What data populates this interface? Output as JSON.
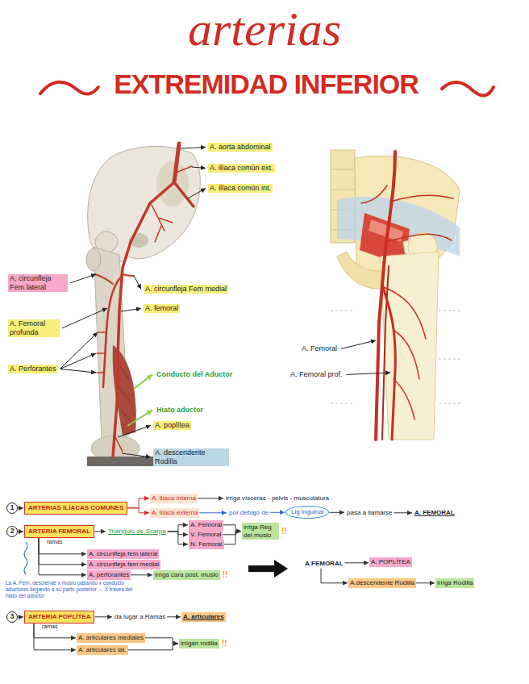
{
  "diagram": {
    "title": "arterias",
    "nodes": [
      {
        "text": [
          "1"
        ]
      },
      {
        "text": [
          "ARTERIAS ILÍACAS COMUNES"
        ]
      },
      {
        "text": [
          "A. ilíaca interna"
        ]
      },
      {
        "text": [
          "irriga vísceras - pelvis - musculatura"
        ]
      },
      {
        "text": [
          "A. ilíaca externa"
        ]
      },
      {
        "text": [
          "por debajo de"
        ]
      },
      {
        "text": [
          "Lig inguinal"
        ]
      },
      {
        "text": [
          "pasa a llamarse"
        ]
      },
      {
        "text": [
          "A. FEMORAL"
        ]
      },
      {
        "text": [
          "2"
        ]
      },
      {
        "text": [
          "ARTERIA FEMORAL"
        ]
      },
      {
        "text": [
          "Triángulo de Scarpa"
        ]
      },
      {
        "text": [
          "A. Femoral"
        ]
      },
      {
        "text": [
          "V. Femoral"
        ]
      },
      {
        "text": [
          "N. Femoral"
        ]
      },
      {
        "text": [
          "irriga Reg del muslo"
        ]
      },
      {
        "text": [
          "A. circunfleja fem lateral"
        ]
      },
      {
        "text": [
          "A. circunfleja fem medial"
        ]
      },
      {
        "text": [
          "A. perforantes"
        ]
      },
      {
        "text": [
          "irriga cara post. muslo"
        ]
      },
      {
        "text": [
          "A.FEMORAL"
        ]
      },
      {
        "text": [
          "A. POPLÍTEA"
        ]
      },
      {
        "text": [
          "A.descendente Rodilla"
        ]
      },
      {
        "text": [
          "irriga Rodilla"
        ]
      },
      {
        "text": [
          "3"
        ]
      },
      {
        "text": [
          "ARTERIA POPLÍTEA"
        ]
      },
      {
        "text": [
          "da lugar a Ramas"
        ]
      },
      {
        "text": [
          "A. articulares"
        ]
      },
      {
        "text": [
          "A. articulares mediales"
        ]
      },
      {
        "text": [
          "A. articulares lat."
        ]
      },
      {
        "text": [
          "irrigan rodilla"
        ]
      }
    ],
    "edges": [
      {
        "from": 0,
        "to": 1,
        "arrow": "to"
      },
      {
        "from": 1,
        "to": 2,
        "arrow": "to"
      },
      {
        "from": 1,
        "to": 4,
        "arrow": "to"
      },
      {
        "from": 2,
        "to": 3,
        "arrow": "to"
      },
      {
        "from": 4,
        "to": 5,
        "arrow": "to"
      },
      {
        "from": 5,
        "to": 6,
        "arrow": "to"
      },
      {
        "from": 6,
        "to": 7,
        "arrow": "to"
      },
      {
        "from": 7,
        "to": 8,
        "arrow": "to"
      },
      {
        "from": 9,
        "to": 10,
        "arrow": "to"
      },
      {
        "from": 10,
        "to": 11,
        "arrow": "to"
      },
      {
        "from": 11,
        "to": 12,
        "arrow": "to"
      },
      {
        "from": 11,
        "to": 13,
        "arrow": "to"
      },
      {
        "from": 11,
        "to": 14,
        "arrow": "to"
      },
      {
        "from": 12,
        "to": 15,
        "arrow": "to"
      },
      {
        "from": 13,
        "to": 15,
        "arrow": "to"
      },
      {
        "from": 14,
        "to": 15,
        "arrow": "to"
      },
      {
        "from": 10,
        "to": 16,
        "arrow": "to"
      },
      {
        "from": 10,
        "to": 17,
        "arrow": "to"
      },
      {
        "from": 10,
        "to": 18,
        "arrow": "to"
      },
      {
        "from": 18,
        "to": 19,
        "arrow": "to"
      },
      {
        "from": 20,
        "to": 21,
        "arrow": "to"
      },
      {
        "from": 20,
        "to": 22,
        "arrow": "to"
      },
      {
        "from": 22,
        "to": 23,
        "arrow": "to"
      },
      {
        "from": 24,
        "to": 25,
        "arrow": "to"
      },
      {
        "from": 25,
        "to": 26,
        "arrow": "to"
      },
      {
        "from": 26,
        "to": 27,
        "arrow": "to"
      },
      {
        "from": 25,
        "to": 28,
        "arrow": "to"
      },
      {
        "from": 25,
        "to": 29,
        "arrow": "to"
      },
      {
        "from": 28,
        "to": 30,
        "arrow": "to"
      },
      {
        "from": 29,
        "to": 30,
        "arrow": "to"
      }
    ],
    "labels": [
      "EXTREMIDAD INFERIOR",
      "A. aorta abdominal",
      "A. ilíaca común ext.",
      "A. ilíaca común int.",
      "A. circunfleja Fem lateral",
      "A. circunfleja Fem medial",
      "A. femoral",
      "A. Femoral profunda",
      "A. Perforantes",
      "Conducto del Aductor",
      "Hiato aductor",
      "A. poplítea",
      "A. descendente Rodilla",
      "A. Femoral",
      "A. Femoral prof.",
      "!!",
      "ramas",
      "!!",
      "La A. Fem. desciende x muslo pasando x conducto aductores llegando a su parte posterior → X través del hiato del aductor",
      "ramas",
      "!!"
    ]
  }
}
